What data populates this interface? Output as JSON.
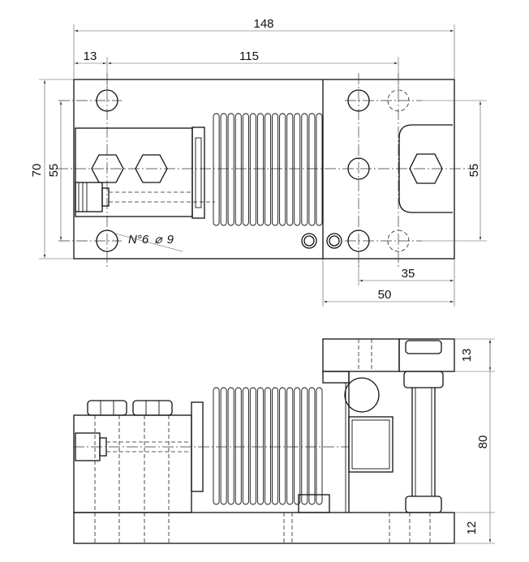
{
  "top_view": {
    "dimensions": {
      "overall_length": "148",
      "edge_to_hole": "13",
      "hole_spacing": "115",
      "overall_width": "70",
      "hole_spacing_left": "55",
      "hole_spacing_right": "55",
      "right_hole_offset": "35",
      "right_plate_width": "50"
    },
    "hole_note": {
      "count": "N°6",
      "diameter_symbol": "⌀",
      "diameter": "9"
    }
  },
  "side_view": {
    "dimensions": {
      "top_plate_thickness": "13",
      "overall_height": "80",
      "base_thickness": "12"
    }
  }
}
